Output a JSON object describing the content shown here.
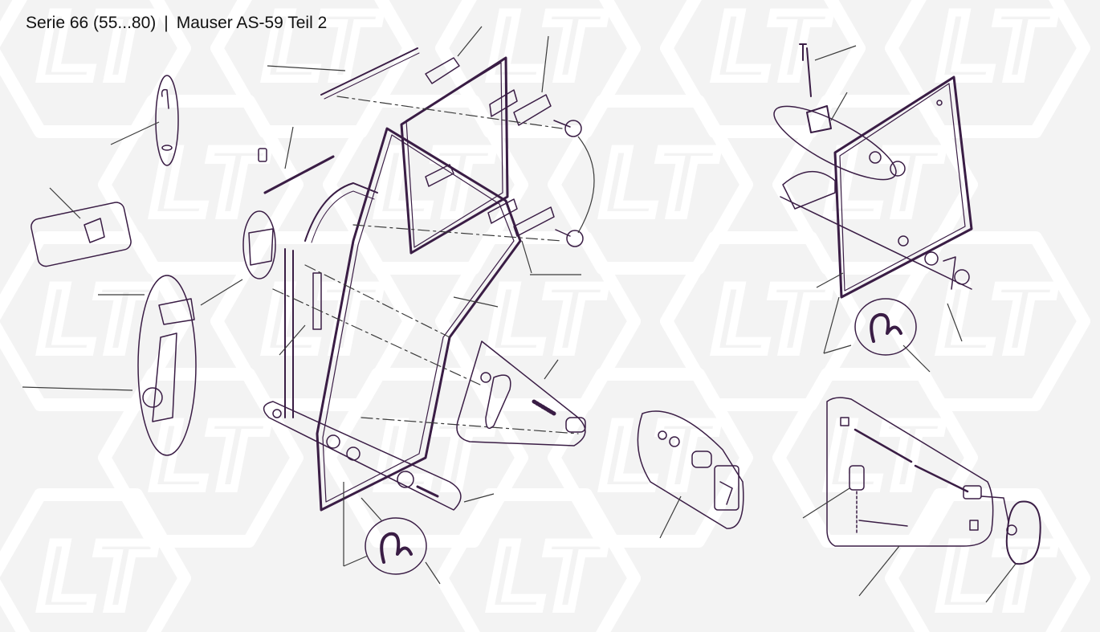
{
  "header": {
    "series": "Serie 66 (55...80)",
    "separator": "|",
    "model": "Mauser AS-59 Teil 2"
  },
  "watermark": {
    "logo_text": "LT",
    "color": "#ffffff"
  },
  "colors": {
    "outline": "#3a1d45",
    "leader": "#3b3b3b",
    "background": "#f3f3f3"
  },
  "icons": [
    "door-frame",
    "door-glass",
    "hinge",
    "door-handle",
    "lock-cylinder",
    "rubber-seal-profile",
    "side-mirror",
    "wiper-assembly",
    "screw",
    "washer"
  ]
}
